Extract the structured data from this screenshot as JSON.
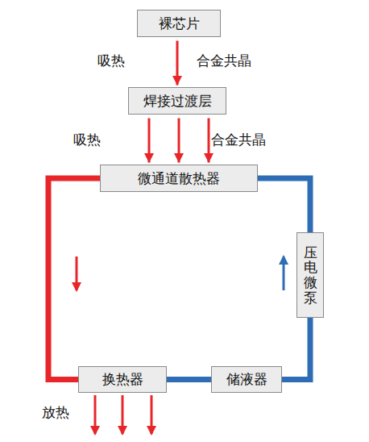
{
  "diagram": {
    "nodes": [
      {
        "text": [
          "裸芯片"
        ]
      },
      {
        "text": [
          "焊接过渡层"
        ]
      },
      {
        "text": [
          "微通道散热器"
        ]
      },
      {
        "text": [
          "压电微泵"
        ]
      },
      {
        "text": [
          "换热器"
        ]
      },
      {
        "text": [
          "储液器"
        ]
      }
    ],
    "edges": [
      {
        "from": 0,
        "to": 1,
        "arrow": "to"
      },
      {
        "from": 1,
        "to": 2,
        "arrow": "to"
      },
      {
        "from": 2,
        "to": 4,
        "arrow": "none"
      },
      {
        "from": 4,
        "to": 5,
        "arrow": "none"
      },
      {
        "from": 5,
        "to": 3,
        "arrow": "none"
      },
      {
        "from": 3,
        "to": 2,
        "arrow": "none"
      }
    ],
    "labels": [
      "吸热",
      "合金共晶",
      "吸热",
      "合金共晶",
      "放热"
    ]
  }
}
